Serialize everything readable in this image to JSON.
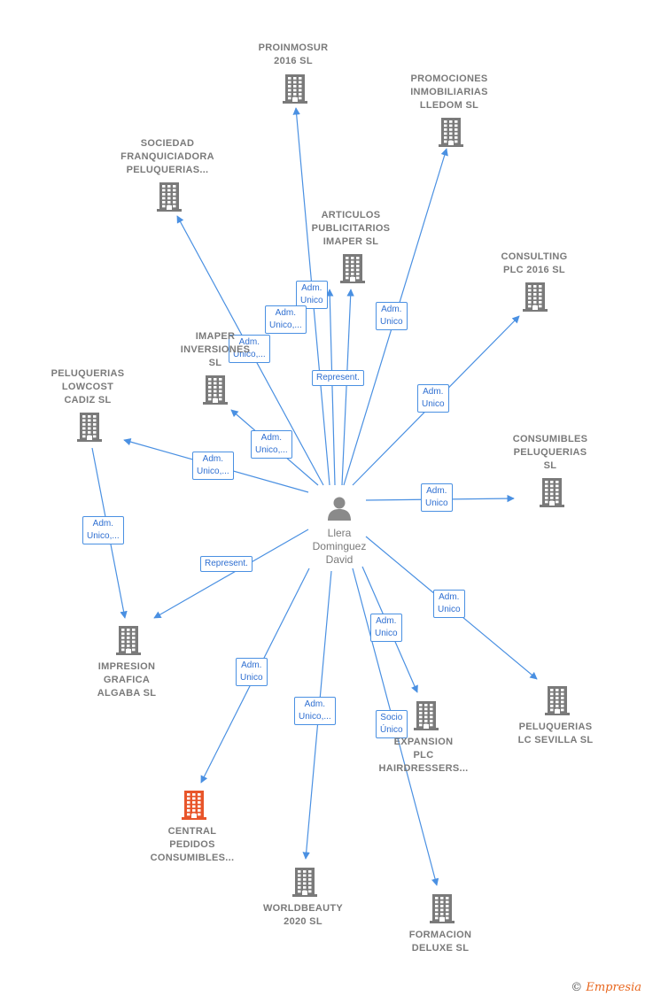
{
  "colors": {
    "edge": "#4a90e2",
    "node": "#7a7a7a",
    "highlight": "#e8552a",
    "person": "#8a8a8a"
  },
  "center": {
    "label": "Llera\nDominguez\nDavid"
  },
  "nodes": [
    {
      "id": "proinmosur",
      "label": "PROINMOSUR\n2016  SL",
      "highlight": false
    },
    {
      "id": "promociones",
      "label": "PROMOCIONES\nINMOBILIARIAS\nLLEDOM  SL",
      "highlight": false
    },
    {
      "id": "sociedad",
      "label": "SOCIEDAD\nFRANQUICIADORA\nPELUQUERIAS...",
      "highlight": false
    },
    {
      "id": "articulos",
      "label": "ARTICULOS\nPUBLICITARIOS\nIMAPER  SL",
      "highlight": false
    },
    {
      "id": "consulting",
      "label": "CONSULTING\nPLC 2016  SL",
      "highlight": false
    },
    {
      "id": "imaper",
      "label": "IMAPER\nINVERSIONES\nSL",
      "highlight": false
    },
    {
      "id": "peluquerias_lowcost",
      "label": "PELUQUERIAS\nLOWCOST\nCADIZ  SL",
      "highlight": false
    },
    {
      "id": "consumibles",
      "label": "CONSUMIBLES\nPELUQUERIAS\nSL",
      "highlight": false
    },
    {
      "id": "impresion",
      "label": "IMPRESION\nGRAFICA\nALGABA  SL",
      "highlight": false
    },
    {
      "id": "peluquerias_sevilla",
      "label": "PELUQUERIAS\nLC SEVILLA  SL",
      "highlight": false
    },
    {
      "id": "expansion",
      "label": "EXPANSION\nPLC\nHAIRDRESSERS...",
      "highlight": false
    },
    {
      "id": "central",
      "label": "CENTRAL\nPEDIDOS\nCONSUMIBLES...",
      "highlight": true
    },
    {
      "id": "worldbeauty",
      "label": "WORLDBEAUTY\n2020  SL",
      "highlight": false
    },
    {
      "id": "formacion",
      "label": "FORMACION\nDELUXE  SL",
      "highlight": false
    }
  ],
  "edges": [
    {
      "to": "proinmosur",
      "label": "Adm.\nUnico"
    },
    {
      "to": "promociones",
      "label": "Adm.\nUnico"
    },
    {
      "to": "sociedad",
      "label": "Adm.\nUnico,..."
    },
    {
      "to": "articulos",
      "label": "Adm.\nUnico,..."
    },
    {
      "to": "articulos",
      "label": "Represent."
    },
    {
      "to": "consulting",
      "label": "Adm.\nUnico"
    },
    {
      "to": "imaper",
      "label": "Adm.\nUnico,..."
    },
    {
      "to": "peluquerias_lowcost",
      "label": "Adm.\nUnico,..."
    },
    {
      "to": "consumibles",
      "label": "Adm.\nUnico"
    },
    {
      "to": "impresion",
      "label": "Represent."
    },
    {
      "from": "peluquerias_lowcost",
      "to": "impresion",
      "label": "Adm.\nUnico,..."
    },
    {
      "to": "peluquerias_sevilla",
      "label": "Adm.\nUnico"
    },
    {
      "to": "expansion",
      "label": "Adm.\nUnico"
    },
    {
      "to": "central",
      "label": "Adm.\nUnico"
    },
    {
      "to": "worldbeauty",
      "label": "Adm.\nUnico,..."
    },
    {
      "to": "formacion",
      "label": "Socio\nÚnico"
    }
  ],
  "footer": {
    "copyright": "©",
    "brand": "Empresia"
  }
}
